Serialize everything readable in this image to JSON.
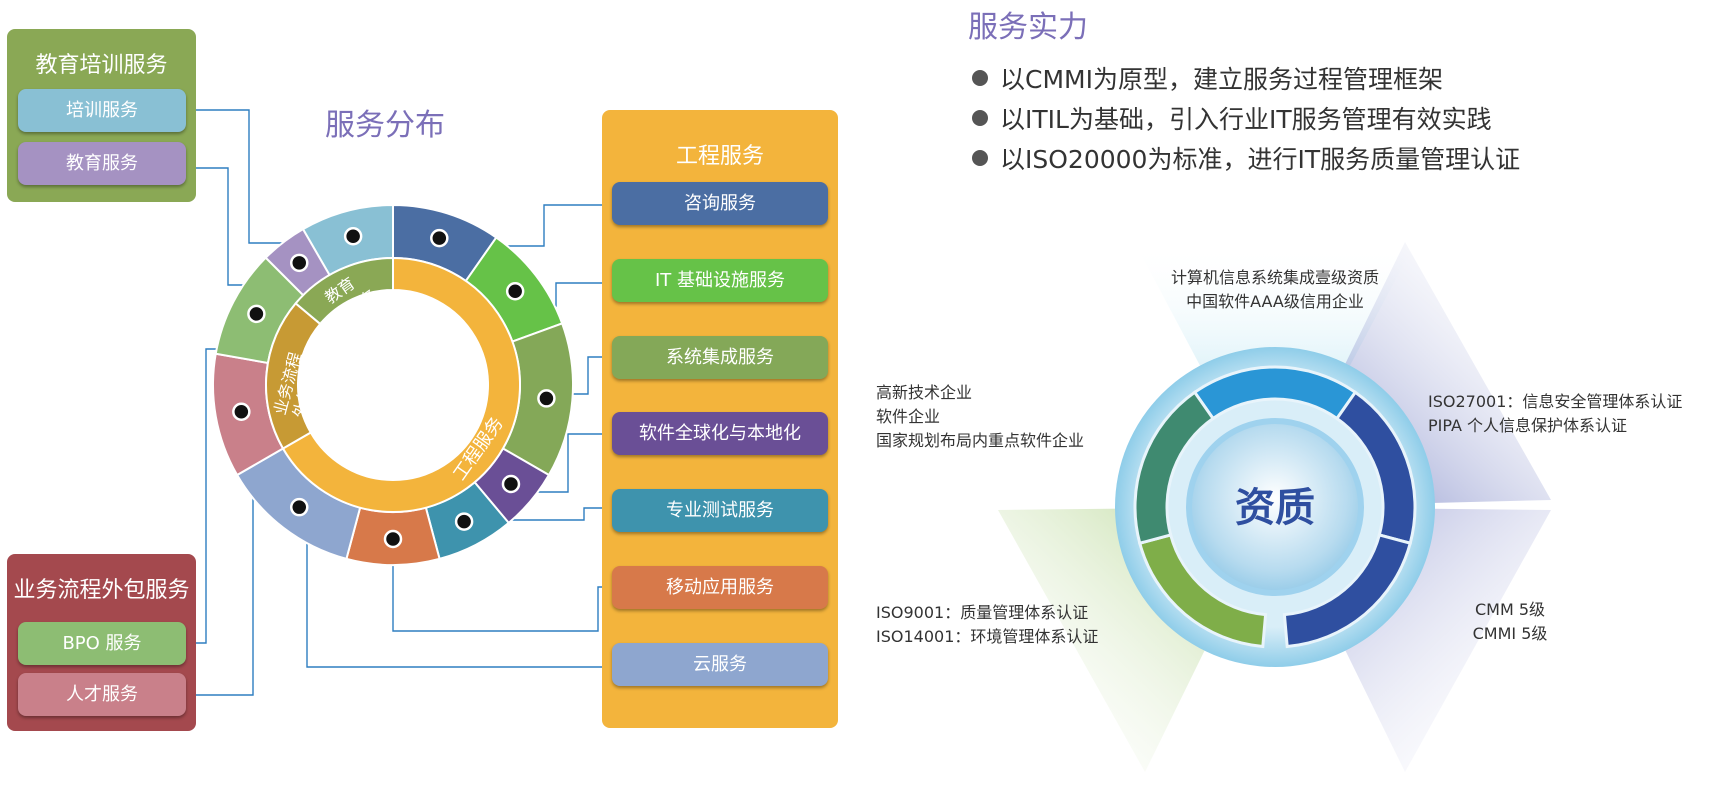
{
  "distribution_title": "服务分布",
  "strength_title": "服务实力",
  "strength_points": [
    "以CMMI为原型，建立服务过程管理框架",
    "以ITIL为基础，引入行业IT服务管理有效实践",
    "以ISO20000为标准，进行IT服务质量管理认证"
  ],
  "education_panel": {
    "title": "教育培训服务",
    "items": [
      "培训服务",
      "教育服务"
    ]
  },
  "bpo_panel": {
    "title": "业务流程外包服务",
    "items": [
      "BPO 服务",
      "人才服务"
    ]
  },
  "engineering_panel": {
    "title": "工程服务",
    "items": [
      "咨询服务",
      "IT 基础设施服务",
      "系统集成服务",
      "软件全球化与本地化",
      "专业测试服务",
      "移动应用服务",
      "云服务"
    ]
  },
  "ring_inner_labels": {
    "education": [
      "教育",
      "培训服务"
    ],
    "bpo": [
      "业务流程",
      "外包服务"
    ],
    "engineering": "工程服务"
  },
  "qualification": {
    "center": "资质",
    "top": [
      "计算机信息系统集成壹级资质",
      "中国软件AAA级信用企业"
    ],
    "upper_right": [
      "ISO27001：信息安全管理体系认证",
      "PIPA  个人信息保护体系认证"
    ],
    "lower_right": [
      "CMM  5级",
      "CMMI  5级"
    ],
    "lower_left": [
      "ISO9001：质量管理体系认证",
      "ISO14001：环境管理体系认证"
    ],
    "upper_left": [
      "高新技术企业",
      "软件企业",
      "国家规划布局内重点软件企业"
    ]
  },
  "colors": {
    "education_green": "#8aa855",
    "bpo_red": "#a4494e",
    "engineering_orange": "#f3b43c",
    "title_purple": "#7b6fb8",
    "training": "#89c0d4",
    "edu_service": "#a592c2",
    "bpo_service": "#8dbd73",
    "talent": "#c9808a",
    "consulting": "#4b6ea3",
    "it_infra": "#66c248",
    "integration": "#84a858",
    "globalization": "#6a4f96",
    "testing": "#3e93ad",
    "mobile": "#d7794a",
    "cloud": "#8ea6cf",
    "qual_blue": "#2f4fa0"
  }
}
